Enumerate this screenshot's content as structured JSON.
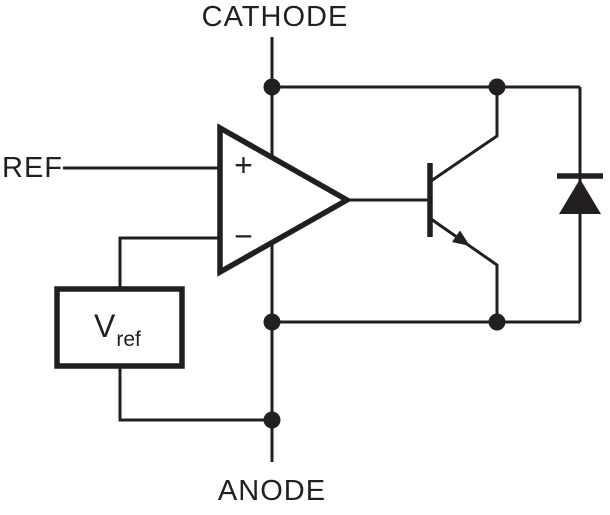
{
  "labels": {
    "cathode": "CATHODE",
    "anode": "ANODE",
    "ref": "REF",
    "vref_main": "V",
    "vref_sub": "ref",
    "plus": "+",
    "minus": "−"
  },
  "colors": {
    "ink": "#231F20",
    "background": "#FFFFFF"
  }
}
